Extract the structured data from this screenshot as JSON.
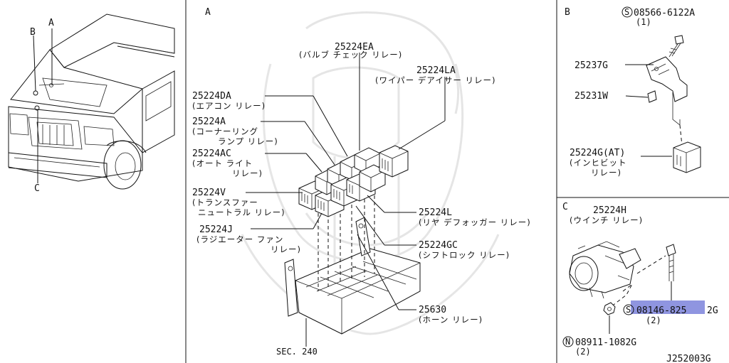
{
  "sections": {
    "a": "A",
    "b": "B",
    "c": "C"
  },
  "vehicle": {
    "point_a": "A",
    "point_b": "B",
    "point_c": "C"
  },
  "section_a": {
    "parts": [
      {
        "no": "25224EA",
        "jp": [
          "(バルブ チェック リレー)"
        ]
      },
      {
        "no": "25224LA",
        "jp": [
          "(ワイパー デアイサー リレー)"
        ]
      },
      {
        "no": "25224DA",
        "jp": [
          "(エアコン リレー)"
        ]
      },
      {
        "no": "25224A",
        "jp": [
          "(コーナーリング",
          "ランプ リレー)"
        ]
      },
      {
        "no": "25224AC",
        "jp": [
          "(オート ライト",
          "リレー)"
        ]
      },
      {
        "no": "25224V",
        "jp": [
          "(トランスファー",
          "ニュートラル リレー)"
        ]
      },
      {
        "no": "25224J",
        "jp": [
          "(ラジエーター ファン",
          "リレー)"
        ]
      },
      {
        "no": "25224L",
        "jp": [
          "(リヤ デフォッガー リレー)"
        ]
      },
      {
        "no": "25224GC",
        "jp": [
          "(シフトロック リレー)"
        ]
      },
      {
        "no": "25630",
        "jp": [
          "(ホーン リレー)"
        ]
      }
    ],
    "sec_ref": "SEC. 240"
  },
  "section_b": {
    "screw": {
      "code": "08566-6122A",
      "qty": "(1)"
    },
    "bracket": "25237G",
    "clip": "25231W",
    "relay": {
      "no": "25224G(AT)",
      "jp": [
        "(インヒビット",
        "リレー)"
      ]
    }
  },
  "section_c": {
    "relay": {
      "no": "25224H",
      "jp": "(ウインチ リレー)"
    },
    "bolt": {
      "code_hl": "08146-825",
      "code_rest": "2G",
      "qty": "(2)"
    },
    "nut": {
      "code": "08911-1082G",
      "qty": "(2)"
    },
    "drawing_id": "J252003G"
  },
  "colors": {
    "ink": "#111111",
    "highlight": "#8f95e0",
    "watermark": "#e3e3e3"
  }
}
